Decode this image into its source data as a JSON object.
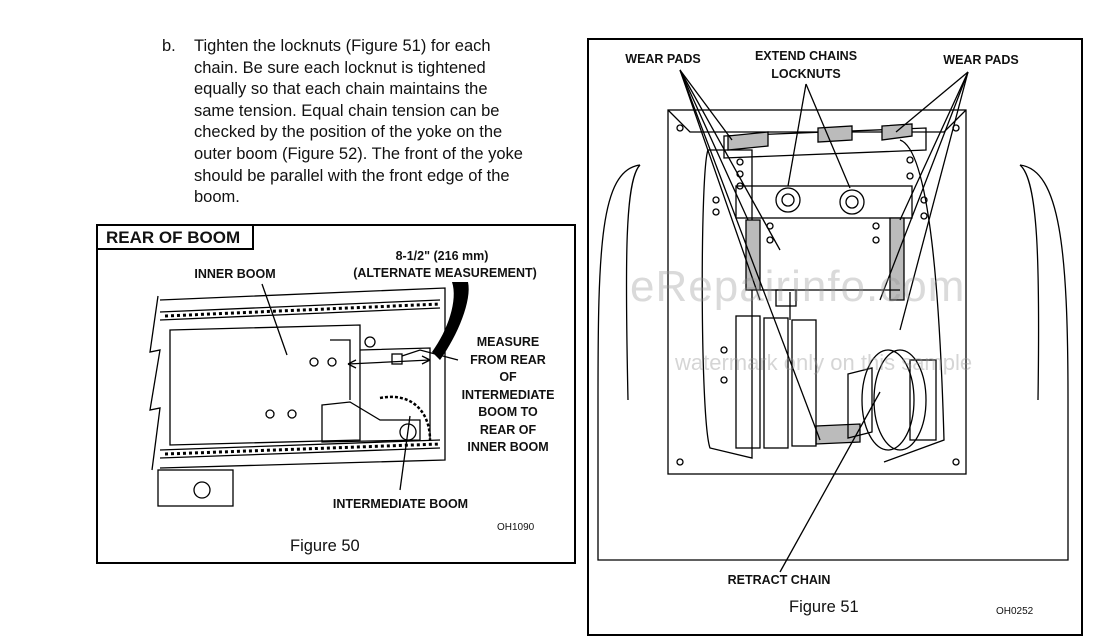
{
  "step": {
    "letter": "b.",
    "lines": [
      "Tighten the locknuts (Figure 51) for each",
      "chain.  Be sure each locknut is tightened",
      "equally so that each chain maintains the",
      "same tension.  Equal chain tension can be",
      "checked by the position of the yoke on the",
      "outer boom (Figure 52).  The front of the yoke",
      "should be parallel with the front edge of the",
      "boom."
    ]
  },
  "figure50": {
    "badge": "REAR OF BOOM",
    "inner_boom": "INNER BOOM",
    "alt_measure_line1": "8-1/2\" (216 mm)",
    "alt_measure_line2": "(ALTERNATE MEASUREMENT)",
    "measure_lines": [
      "MEASURE",
      "FROM REAR",
      "OF",
      "INTERMEDIATE",
      "BOOM TO",
      "REAR OF",
      "INNER BOOM"
    ],
    "intermediate_boom": "INTERMEDIATE BOOM",
    "code": "OH1090",
    "caption": "Figure 50"
  },
  "figure51": {
    "wear_pads_left": "WEAR PADS",
    "extend_line1": "EXTEND CHAINS",
    "extend_line2": "LOCKNUTS",
    "wear_pads_right": "WEAR PADS",
    "retract_chain": "RETRACT CHAIN",
    "code": "OH0252",
    "caption": "Figure 51"
  },
  "watermark": {
    "main": "eRepairinfo.com",
    "sub": "watermark only on this sample"
  }
}
